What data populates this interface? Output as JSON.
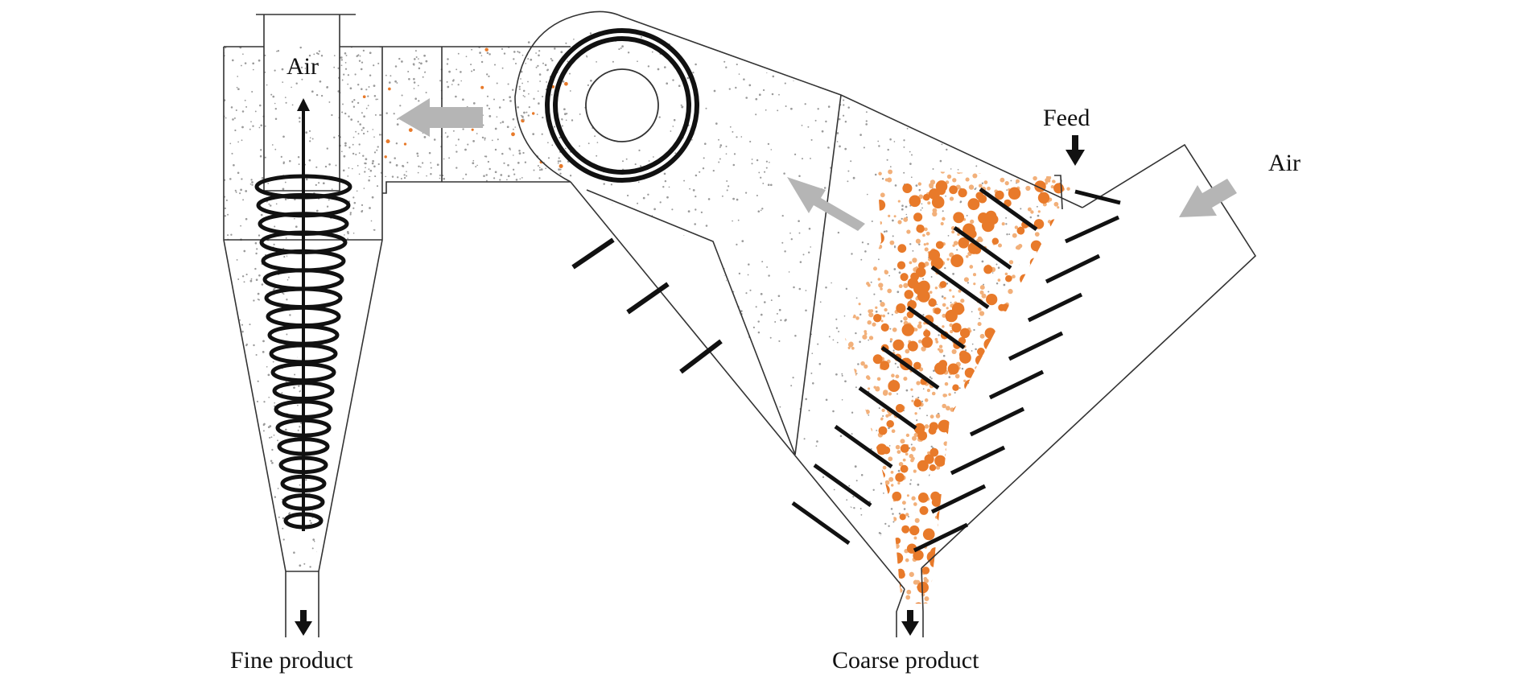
{
  "labels": {
    "air_cyclone": "Air",
    "air_inlet": "Air",
    "feed": "Feed",
    "fine_product": "Fine product",
    "coarse_product": "Coarse product"
  },
  "colors": {
    "line": "#333333",
    "louver": "#111111",
    "fine_dots": "#9a9a9a",
    "particles": "#e87a2a",
    "flow_arrow": "#b5b5b5",
    "background": "#ffffff"
  }
}
